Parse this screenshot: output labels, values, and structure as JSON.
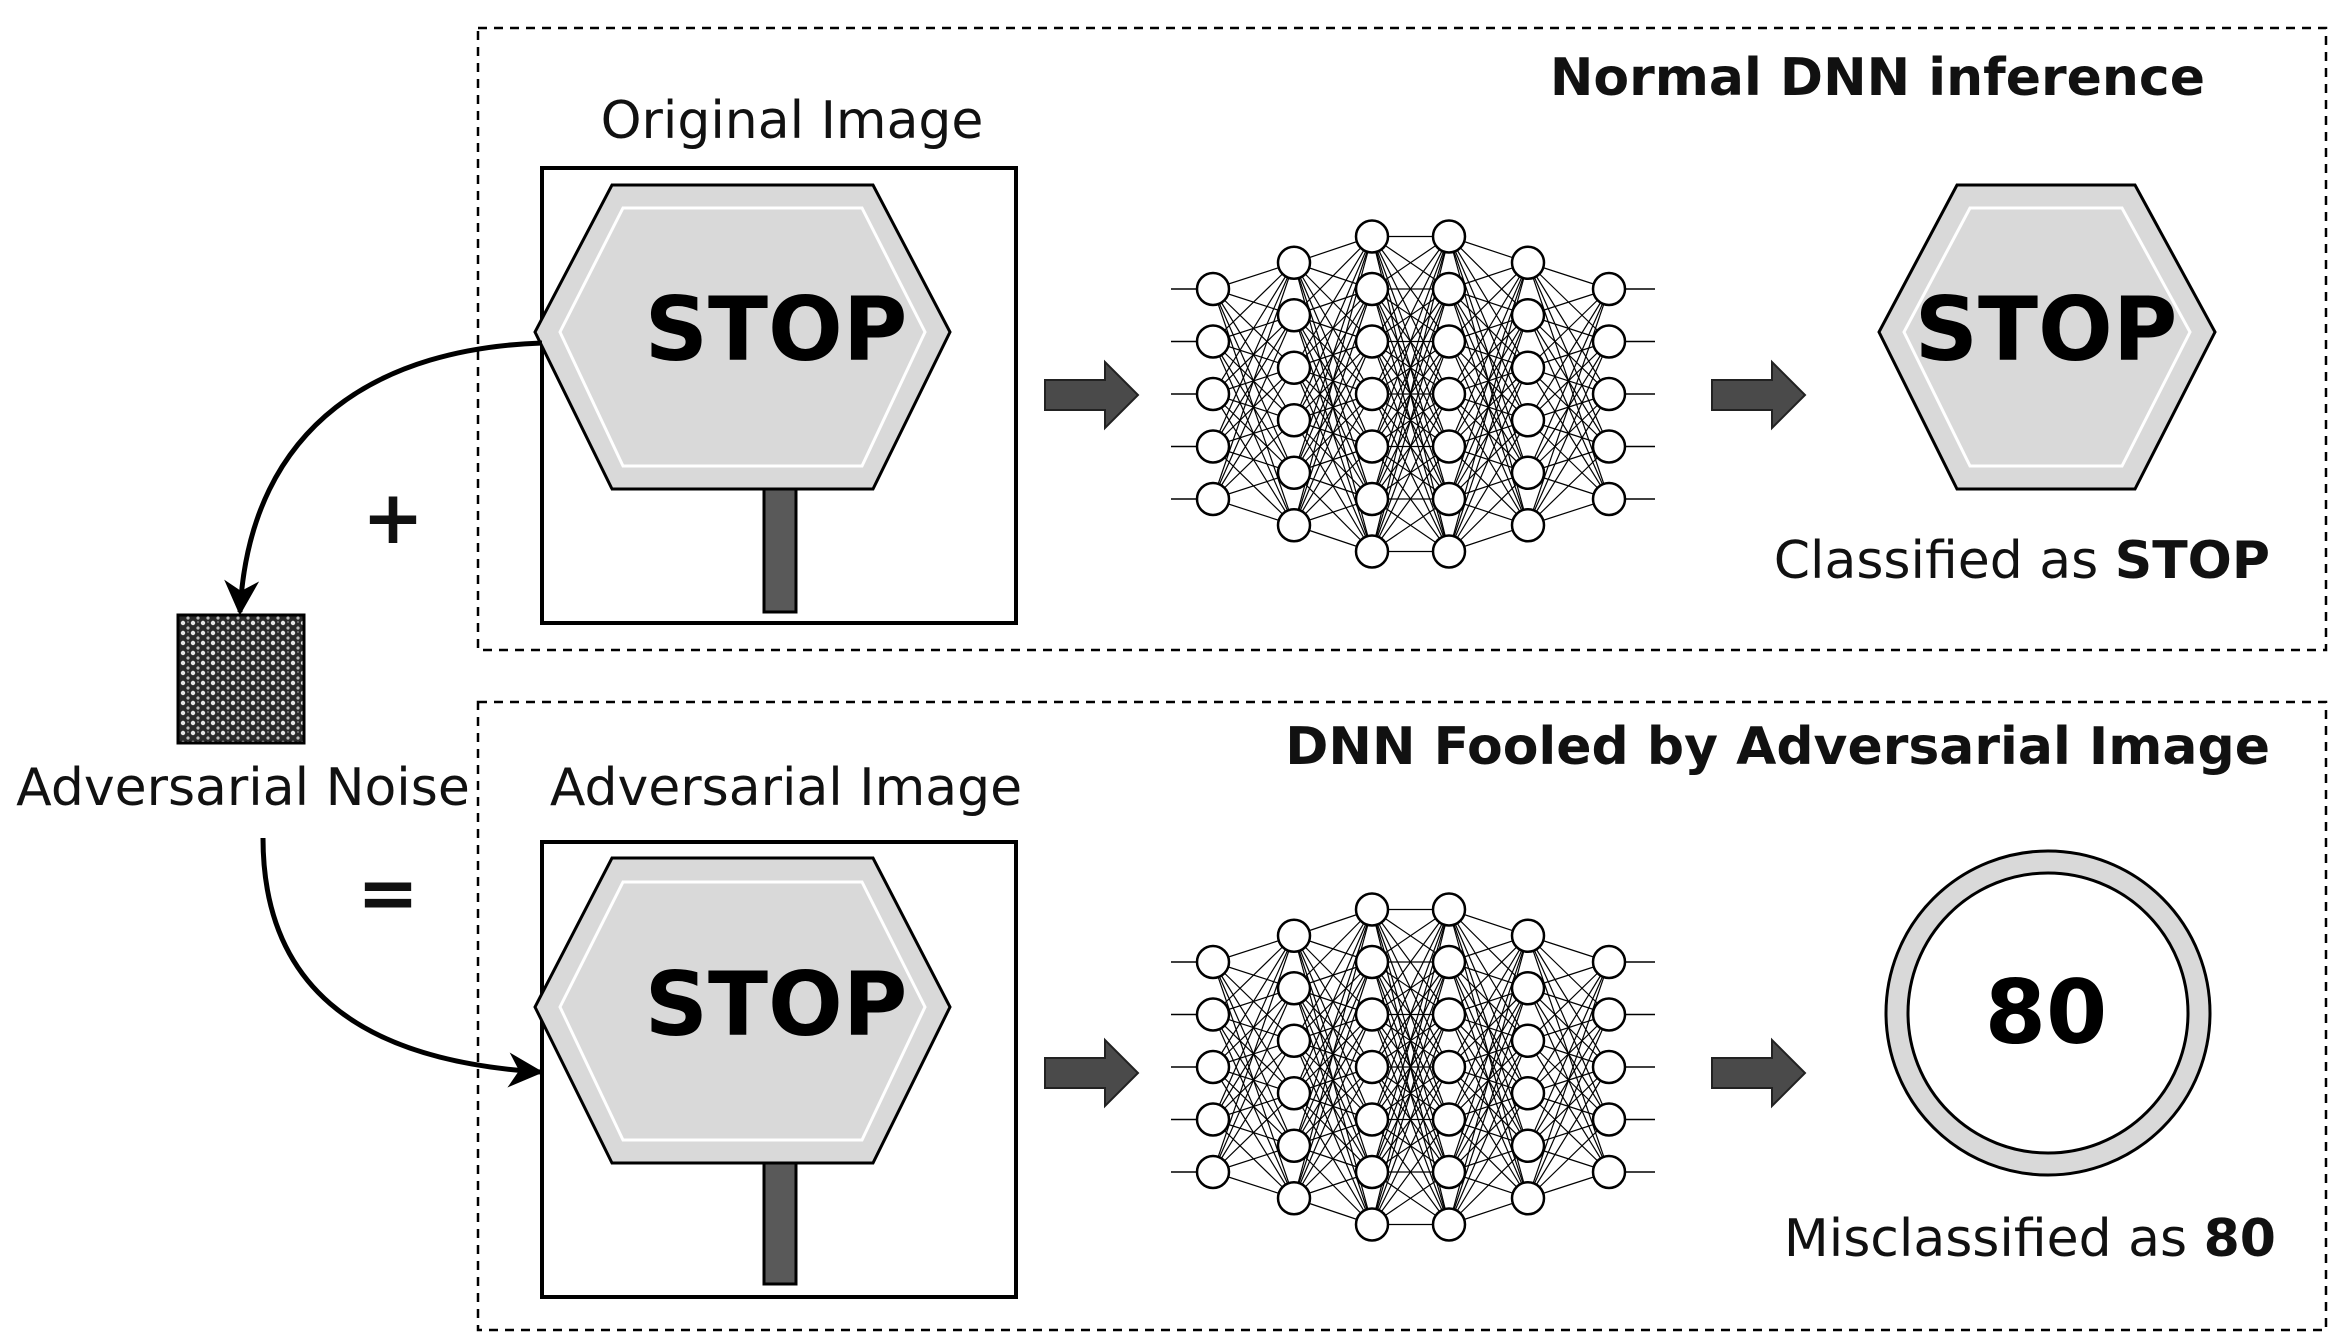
{
  "top_panel": {
    "title": "Normal DNN inference",
    "input_label": "Original Image",
    "sign_text": "STOP",
    "result_sign_text": "STOP",
    "result_prefix": "Classified as ",
    "result_value": "STOP"
  },
  "bottom_panel": {
    "title": "DNN Fooled by Adversarial Image",
    "input_label": "Adversarial Image",
    "sign_text": "STOP",
    "result_sign_text": "80",
    "result_prefix": "Misclassified as ",
    "result_value": "80"
  },
  "noise": {
    "label": "Adversarial Noise",
    "plus_symbol": "+",
    "equals_symbol": "="
  },
  "network": {
    "layer_sizes": [
      5,
      6,
      7,
      7,
      6,
      5
    ]
  },
  "colors": {
    "sign_fill": "#d9d9d9",
    "arrow_fill": "#4a4a4a",
    "stroke": "#000000"
  }
}
